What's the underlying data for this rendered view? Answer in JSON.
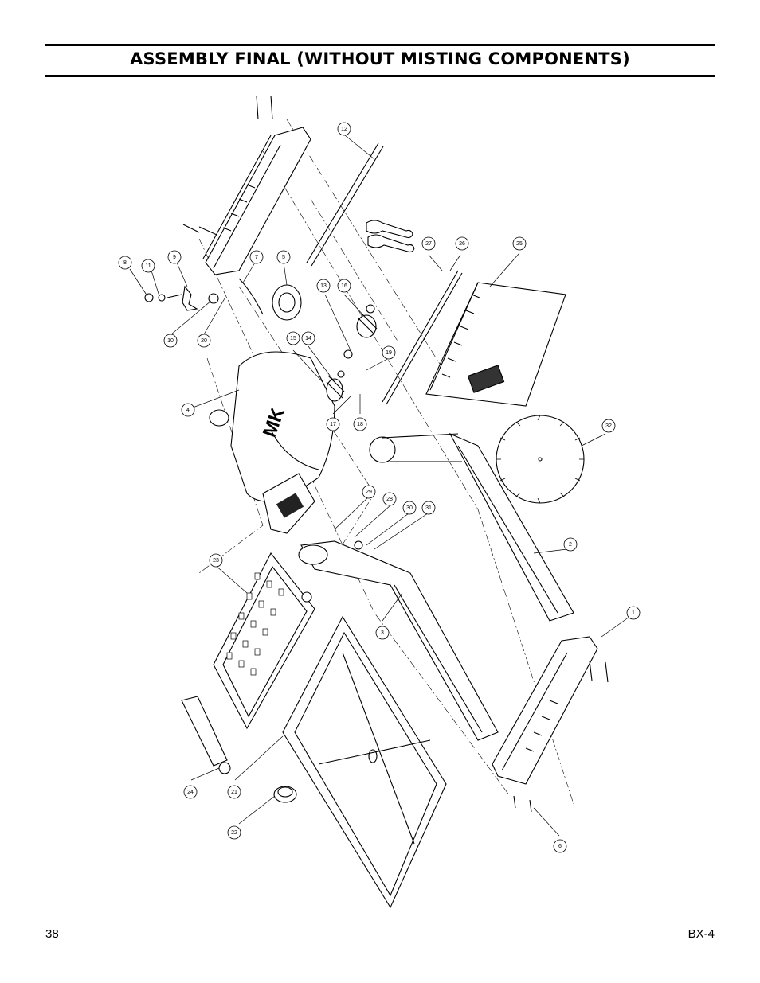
{
  "header": {
    "title": "ASSEMBLY FINAL (WITHOUT MISTING COMPONENTS)"
  },
  "diagram": {
    "callouts": [
      "1",
      "2",
      "3",
      "4",
      "5",
      "6",
      "7",
      "8",
      "9",
      "10",
      "11",
      "12",
      "13",
      "14",
      "15",
      "16",
      "17",
      "18",
      "19",
      "20",
      "21",
      "22",
      "23",
      "24",
      "25",
      "26",
      "27",
      "28",
      "29",
      "30",
      "31",
      "32"
    ]
  },
  "footer": {
    "page_number": "38",
    "model": "BX-4"
  }
}
